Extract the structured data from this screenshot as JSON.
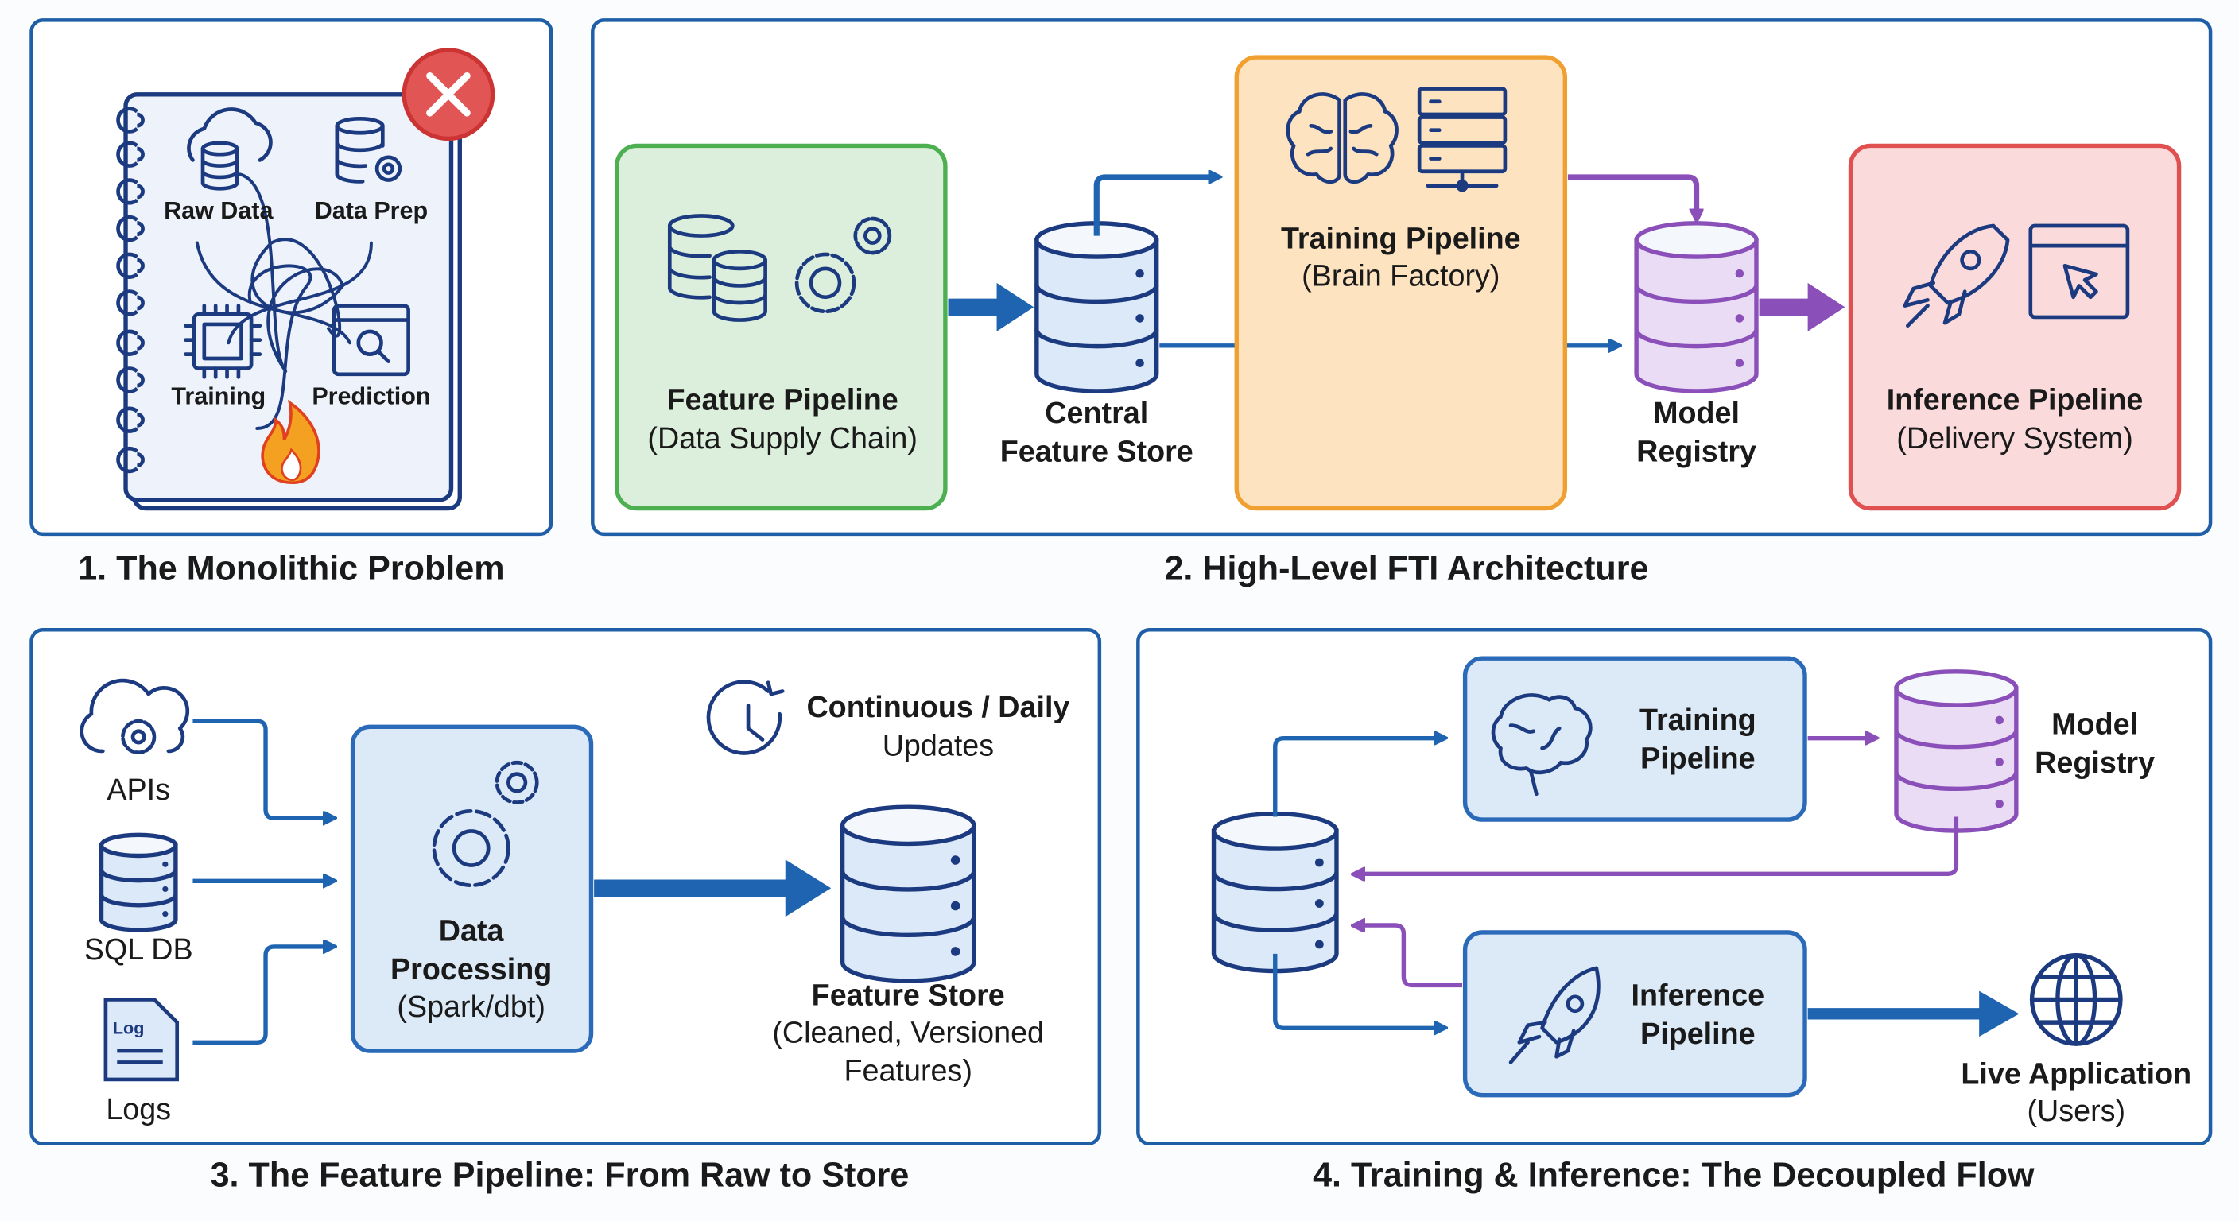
{
  "colors": {
    "panel_border": "#1f5fa8",
    "feature_pipeline": "#dcefdc",
    "training_pipeline": "#fde3c0",
    "inference_pipeline": "#fadadb",
    "model_registry": "#8a4fb8",
    "flow_arrow": "#1f64b0",
    "error_badge": "#e05050"
  },
  "panel1": {
    "title": "1. The Monolithic Problem",
    "labels": [
      "Raw Data",
      "Data Prep",
      "Training",
      "Prediction"
    ],
    "icons": [
      "cloud-database-icon",
      "database-gear-icon",
      "chip-icon",
      "search-window-icon",
      "fire-icon",
      "error-x-icon",
      "spiral-notebook-icon"
    ]
  },
  "panel2": {
    "title": "2. High-Level FTI Architecture",
    "feature_pipeline": {
      "title": "Feature Pipeline",
      "subtitle": "(Data Supply Chain)"
    },
    "feature_store": {
      "line1": "Central",
      "line2": "Feature Store"
    },
    "training_pipeline": {
      "title": "Training Pipeline",
      "subtitle": "(Brain Factory)"
    },
    "model_registry": {
      "line1": "Model",
      "line2": "Registry"
    },
    "inference_pipeline": {
      "title": "Inference Pipeline",
      "subtitle": "(Delivery System)"
    }
  },
  "panel3": {
    "title": "3. The Feature Pipeline: From Raw to Store",
    "sources": [
      "APIs",
      "SQL DB",
      "Logs"
    ],
    "log_icon_text": "Log",
    "processing": {
      "line1": "Data",
      "line2": "Processing",
      "line3": "(Spark/dbt)"
    },
    "schedule": {
      "line1": "Continuous / Daily",
      "line2": "Updates"
    },
    "store": {
      "line1": "Feature Store",
      "line2": "(Cleaned, Versioned",
      "line3": "Features)"
    }
  },
  "panel4": {
    "title": "4. Training & Inference: The Decoupled Flow",
    "training": {
      "line1": "Training",
      "line2": "Pipeline"
    },
    "registry": {
      "line1": "Model",
      "line2": "Registry"
    },
    "inference": {
      "line1": "Inference",
      "line2": "Pipeline"
    },
    "app": {
      "line1": "Live Application",
      "line2": "(Users)"
    }
  }
}
